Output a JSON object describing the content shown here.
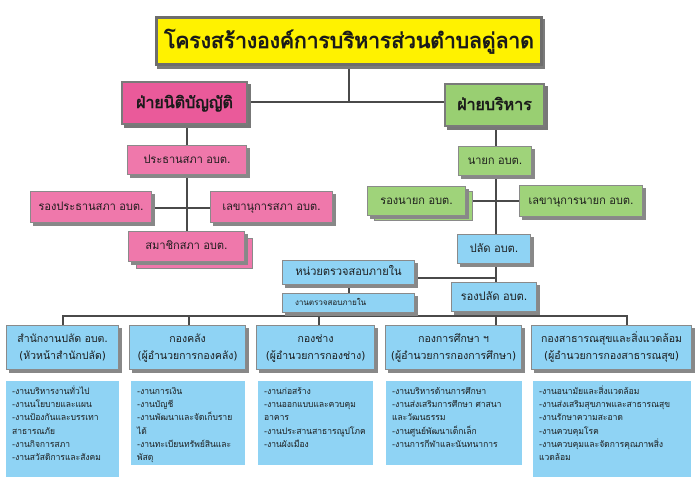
{
  "title": "โครงสร้างองค์การบริหารส่วนตำบลดู่ลาด",
  "legislative": {
    "head": "ฝ่ายนิติบัญญัติ",
    "chair": "ประธานสภา อบต.",
    "vice_chair": "รองประธานสภา อบต.",
    "secretary": "เลขานุการสภา อบต.",
    "members": "สมาชิกสภา อบต."
  },
  "executive": {
    "head": "ฝ่ายบริหาร",
    "mayor": "นายก อบต.",
    "vice_mayor": "รองนายก อบต.",
    "secretary": "เลขานุการนายก อบต.",
    "clerk": "ปลัด อบต.",
    "deputy_clerk": "รองปลัด อบต."
  },
  "audit": {
    "title": "หน่วยตรวจสอบภายใน",
    "task": "งานตรวจสอบภายใน"
  },
  "departments": [
    {
      "name": "สำนักงานปลัด อบต.",
      "head": "(หัวหน้าสำนักปลัด)",
      "tasks": [
        "-งานบริหารงานทั่วไป",
        "-งานนโยบายและแผน",
        "-งานป้องกันและบรรเทาสาธารณภัย",
        "-งานกิจการสภา",
        "-งานสวัสดิการและสังคม"
      ]
    },
    {
      "name": "กองคลัง",
      "head": "(ผู้อำนวยการกองคลัง)",
      "tasks": [
        "-งานการเงิน",
        "-งานบัญชี",
        "-งานพัฒนาและจัดเก็บรายได้",
        "-งานทะเบียนทรัพย์สินและพัสดุ"
      ]
    },
    {
      "name": "กองช่าง",
      "head": "(ผู้อำนวยการกองช่าง)",
      "tasks": [
        "-งานก่อสร้าง",
        "-งานออกแบบและควบคุมอาคาร",
        "-งานประสานสาธารณูปโภค",
        "-งานผังเมือง"
      ]
    },
    {
      "name": "กองการศึกษา ฯ",
      "head": "(ผู้อำนวยการกองการศึกษา)",
      "tasks": [
        "-งานบริหารด้านการศึกษา",
        "-งานส่งเสริมการศึกษา ศาสนาและวัฒนธรรม",
        "-งานศูนย์พัฒนาเด็กเล็ก",
        "-งานการกีฬาและนันทนาการ"
      ]
    },
    {
      "name": "กองสาธารณสุขและสิ่งแวดล้อม",
      "head": "(ผู้อำนวยการกองสาธารณสุข)",
      "tasks": [
        "-งานอนามัยและสิ่งแวดล้อม",
        "-งานส่งเสริมสุขภาพและสาธารณสุข",
        "-งานรักษาความสะอาด",
        "-งานควบคุมโรค",
        "-งานควบคุมและจัดการคุณภาพสิ่งแวดล้อม"
      ]
    }
  ]
}
